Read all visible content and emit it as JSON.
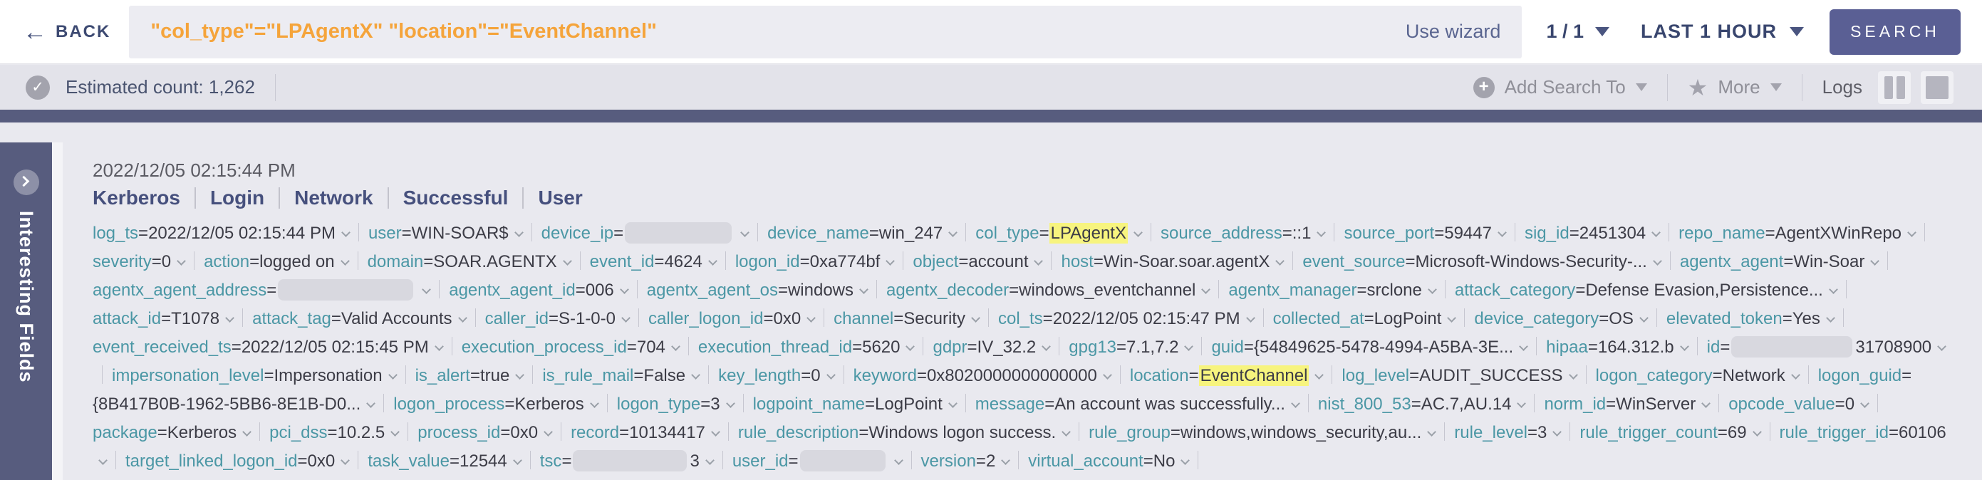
{
  "topbar": {
    "back_label": "BACK",
    "query": "\"col_type\"=\"LPAgentX\" \"location\"=\"EventChannel\"",
    "use_wizard_label": "Use wizard",
    "page_indicator": "1 / 1",
    "time_range": "LAST 1 HOUR",
    "search_label": "SEARCH"
  },
  "statusbar": {
    "estimated_count": "Estimated count: 1,262",
    "add_search_to_label": "Add Search To",
    "more_label": "More",
    "logs_label": "Logs"
  },
  "sidebar": {
    "title": "Interesting Fields"
  },
  "record": {
    "timestamp": "2022/12/05 02:15:44 PM",
    "tags": [
      "Kerberos",
      "Login",
      "Network",
      "Successful",
      "User"
    ],
    "fields": [
      {
        "key": "log_ts",
        "value": "2022/12/05 02:15:44 PM"
      },
      {
        "key": "user",
        "value": "WIN-SOAR$"
      },
      {
        "key": "device_ip",
        "value": "",
        "redacted": true,
        "redact_width": 150
      },
      {
        "key": "device_name",
        "value": "win_247"
      },
      {
        "key": "col_type",
        "value": "LPAgentX",
        "highlight": true
      },
      {
        "key": "source_address",
        "value": "::1"
      },
      {
        "key": "source_port",
        "value": "59447"
      },
      {
        "key": "sig_id",
        "value": "2451304"
      },
      {
        "key": "repo_name",
        "value": "AgentXWinRepo"
      },
      {
        "key": "severity",
        "value": "0"
      },
      {
        "key": "action",
        "value": "logged on"
      },
      {
        "key": "domain",
        "value": "SOAR.AGENTX"
      },
      {
        "key": "event_id",
        "value": "4624"
      },
      {
        "key": "logon_id",
        "value": "0xa774bf"
      },
      {
        "key": "object",
        "value": "account"
      },
      {
        "key": "host",
        "value": "Win-Soar.soar.agentX"
      },
      {
        "key": "event_source",
        "value": "Microsoft-Windows-Security-..."
      },
      {
        "key": "agentx_agent",
        "value": "Win-Soar"
      },
      {
        "key": "agentx_agent_address",
        "value": "",
        "redacted": true,
        "redact_width": 190
      },
      {
        "key": "agentx_agent_id",
        "value": "006"
      },
      {
        "key": "agentx_agent_os",
        "value": "windows"
      },
      {
        "key": "agentx_decoder",
        "value": "windows_eventchannel"
      },
      {
        "key": "agentx_manager",
        "value": "srclone"
      },
      {
        "key": "attack_category",
        "value": "Defense Evasion,Persistence..."
      },
      {
        "key": "attack_id",
        "value": "T1078"
      },
      {
        "key": "attack_tag",
        "value": "Valid Accounts"
      },
      {
        "key": "caller_id",
        "value": "S-1-0-0"
      },
      {
        "key": "caller_logon_id",
        "value": "0x0"
      },
      {
        "key": "channel",
        "value": "Security"
      },
      {
        "key": "col_ts",
        "value": "2022/12/05 02:15:47 PM"
      },
      {
        "key": "collected_at",
        "value": "LogPoint"
      },
      {
        "key": "device_category",
        "value": "OS"
      },
      {
        "key": "elevated_token",
        "value": "Yes"
      },
      {
        "key": "event_received_ts",
        "value": "2022/12/05 02:15:45 PM"
      },
      {
        "key": "execution_process_id",
        "value": "704"
      },
      {
        "key": "execution_thread_id",
        "value": "5620"
      },
      {
        "key": "gdpr",
        "value": "IV_32.2"
      },
      {
        "key": "gpg13",
        "value": "7.1,7.2"
      },
      {
        "key": "guid",
        "value": "{54849625-5478-4994-A5BA-3E..."
      },
      {
        "key": "hipaa",
        "value": "164.312.b"
      },
      {
        "key": "id",
        "value": "31708900",
        "redact_prefix": true,
        "redact_width": 170
      },
      {
        "key": "impersonation_level",
        "value": "Impersonation"
      },
      {
        "key": "is_alert",
        "value": "true"
      },
      {
        "key": "is_rule_mail",
        "value": "False"
      },
      {
        "key": "key_length",
        "value": "0"
      },
      {
        "key": "keyword",
        "value": "0x8020000000000000"
      },
      {
        "key": "location",
        "value": "EventChannel",
        "highlight": true
      },
      {
        "key": "log_level",
        "value": "AUDIT_SUCCESS"
      },
      {
        "key": "logon_category",
        "value": "Network"
      },
      {
        "key": "logon_guid",
        "value": "{8B417B0B-1962-5BB6-8E1B-D0..."
      },
      {
        "key": "logon_process",
        "value": "Kerberos"
      },
      {
        "key": "logon_type",
        "value": "3"
      },
      {
        "key": "logpoint_name",
        "value": "LogPoint"
      },
      {
        "key": "message",
        "value": "An account was successfully..."
      },
      {
        "key": "nist_800_53",
        "value": "AC.7,AU.14"
      },
      {
        "key": "norm_id",
        "value": "WinServer"
      },
      {
        "key": "opcode_value",
        "value": "0"
      },
      {
        "key": "package",
        "value": "Kerberos"
      },
      {
        "key": "pci_dss",
        "value": "10.2.5"
      },
      {
        "key": "process_id",
        "value": "0x0"
      },
      {
        "key": "record",
        "value": "10134417"
      },
      {
        "key": "rule_description",
        "value": "Windows logon success."
      },
      {
        "key": "rule_group",
        "value": "windows,windows_security,au..."
      },
      {
        "key": "rule_level",
        "value": "3"
      },
      {
        "key": "rule_trigger_count",
        "value": "69"
      },
      {
        "key": "rule_trigger_id",
        "value": "60106"
      },
      {
        "key": "target_linked_logon_id",
        "value": "0x0"
      },
      {
        "key": "task_value",
        "value": "12544"
      },
      {
        "key": "tsc",
        "value": "3",
        "redact_prefix": true,
        "redact_width": 160
      },
      {
        "key": "user_id",
        "value": "",
        "redacted": true,
        "redact_width": 120
      },
      {
        "key": "version",
        "value": "2"
      },
      {
        "key": "virtual_account",
        "value": "No"
      }
    ]
  },
  "colors": {
    "accent_slate": "#575c7e",
    "button_bg": "#5a5f94",
    "query_orange": "#f5a43b",
    "field_key_teal": "#4b97a5",
    "highlight_yellow": "#f7f47e"
  }
}
